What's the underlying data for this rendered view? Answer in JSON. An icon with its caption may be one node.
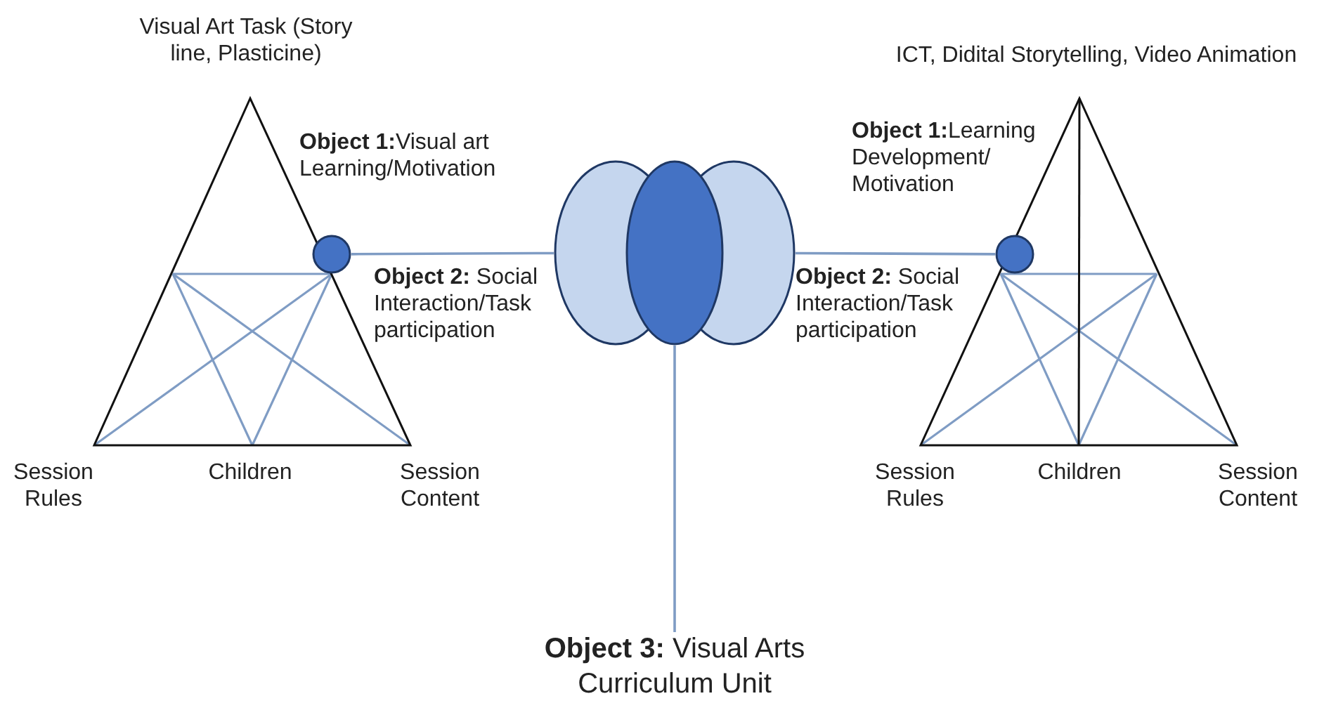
{
  "diagram": {
    "nodes": [
      {
        "text": [],
        "shape": "circle"
      },
      {
        "text": [],
        "shape": "ellipse"
      },
      {
        "text": [],
        "shape": "ellipse"
      },
      {
        "text": [],
        "shape": "ellipse"
      },
      {
        "text": [],
        "shape": "circle"
      },
      {
        "text": [
          "**Object 3:** Visual Arts Curriculum Unit"
        ]
      }
    ],
    "edges": [
      {
        "from": 0,
        "to": 1,
        "arrow": "none"
      },
      {
        "from": 3,
        "to": 4,
        "arrow": "none"
      },
      {
        "from": 2,
        "to": 5,
        "arrow": "none"
      }
    ],
    "labels": [
      "Visual Art Task (Story line, Plasticine)",
      "**Object 1:**Visual art Learning/Motivation",
      "**Object 2:** Social Interaction/Task participation",
      "Session Rules",
      "Children",
      "Session Content",
      "ICT, Didital Storytelling, Video Animation",
      "**Object 1:**Learning Development/ Motivation",
      "**Object 2:** Social Interaction/Task participation",
      "Session Rules",
      "Children",
      "Session Content"
    ]
  }
}
